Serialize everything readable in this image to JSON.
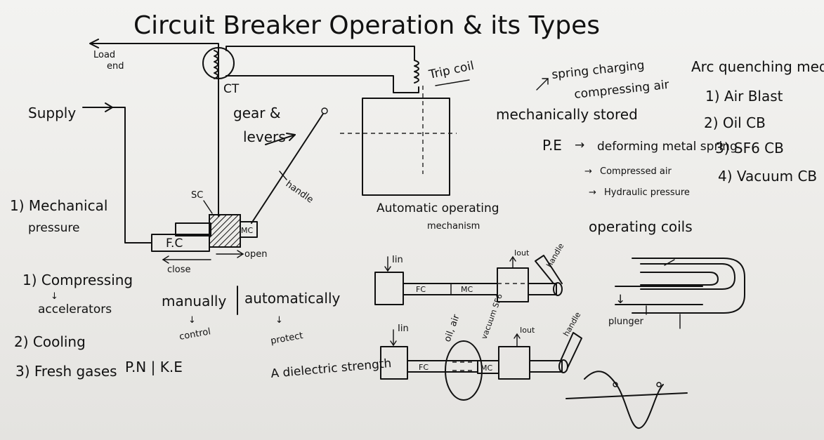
{
  "title": "Circuit Breaker Operation & its Types",
  "circuit": {
    "load_end_line1": "Load",
    "load_end_line2": "end",
    "ct": "CT",
    "supply": "Supply",
    "trip_coil": "Trip coil",
    "gear_levers_line1": "gear &",
    "gear_levers_line2": "levers",
    "handle": "handle",
    "sc": "SC",
    "fc": "F.C",
    "mc": "MC",
    "close": "close",
    "open": "open",
    "auto_mech_line1": "Automatic operating",
    "auto_mech_line2": "mechanism"
  },
  "energy": {
    "spring_charging": "spring charging",
    "compressing_air": "compressing air",
    "mechanically_stored": "mechanically stored",
    "pe": "P.E",
    "deforming": "deforming metal spring",
    "compressed_air": "Compressed air",
    "hydraulic": "Hydraulic pressure",
    "operating_coils": "operating coils"
  },
  "arc_media": {
    "heading": "Arc quenching media",
    "items": [
      "1) Air Blast",
      "2) Oil CB",
      "3) SF6 CB",
      "4) Vacuum CB"
    ]
  },
  "left_notes": {
    "mech_line1": "1) Mechanical",
    "mech_line2": "pressure",
    "compressing": "1) Compressing",
    "accelerators": "accelerators",
    "cooling": "2) Cooling",
    "fresh_gases": "3) Fresh gases",
    "pn_ke": "P.N | K.E"
  },
  "center_notes": {
    "manually": "manually",
    "automatically": "automatically",
    "control": "control",
    "protect": "protect",
    "dielectric": "A dielectric strength"
  },
  "contacts": {
    "iin_top": "Iin",
    "fc_top": "FC",
    "mc_top": "MC",
    "iout_top": "Iout",
    "handle_top": "handle",
    "iin_bot": "Iin",
    "fc_bot": "FC",
    "oil_air": "oil, air",
    "vacuum_sf6": "vacuum SF6",
    "mc_bot": "MC",
    "iout_bot": "Iout",
    "handle_bot": "handle"
  },
  "plunger": "plunger"
}
